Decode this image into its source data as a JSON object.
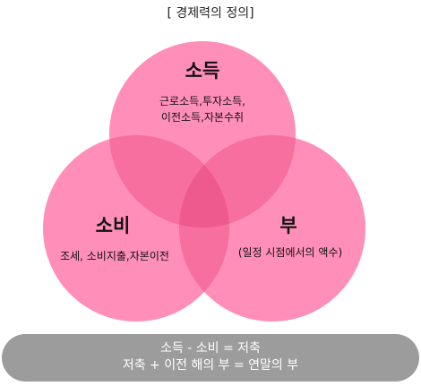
{
  "title": "[ 경제력의 정의]",
  "colors": {
    "circle_fill": "#ff6fa3",
    "overlap": "#f05a8e",
    "bar_bg": "#9c9c9c",
    "bar_text": "#ffffff"
  },
  "circles": {
    "income": {
      "title": "소득",
      "desc_line1": "근로소득,투자소득,",
      "desc_line2": "이전소득,자본수취"
    },
    "consumption": {
      "title": "소비",
      "desc_line1": "조세, 소비지출,자본이전"
    },
    "wealth": {
      "title": "부",
      "desc_line1": "(일정 시점에서의 액수)"
    }
  },
  "equations": {
    "line1": "소득  -  소비 = 저축",
    "line2": "저축 + 이전 해의 부 = 연말의 부"
  }
}
